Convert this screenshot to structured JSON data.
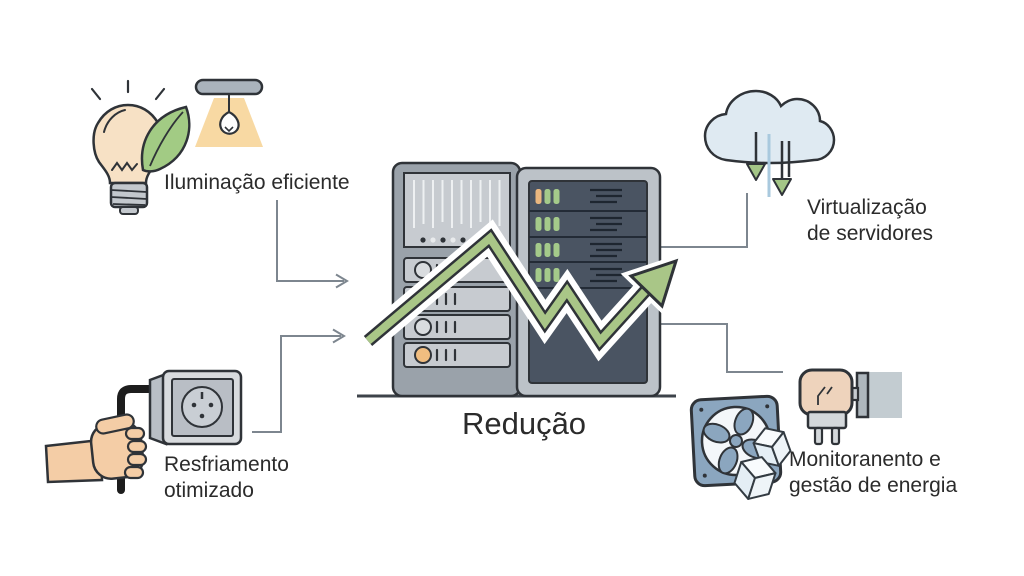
{
  "diagram": {
    "center": {
      "label": "Redução",
      "icons": [
        "server-rack-left-icon",
        "server-rack-right-icon",
        "trend-arrow-icon"
      ]
    },
    "nodes": {
      "lighting": {
        "line1": "Iluminação eficiente",
        "icons": [
          "eco-lightbulb-icon",
          "ceiling-lamp-icon"
        ]
      },
      "virtualization": {
        "line1": "Virtualização",
        "line2": "de servidores",
        "icons": [
          "cloud-download-icon"
        ]
      },
      "cooling": {
        "line1": "Resfriamento",
        "line2": "otimizado",
        "icons": [
          "hand-unplugging-icon",
          "power-outlet-icon"
        ]
      },
      "monitoring": {
        "line1": "Monitoranento e",
        "line2": "gestão de energia",
        "icons": [
          "cooling-fan-icon",
          "ice-cubes-icon",
          "plug-and-wall-icon"
        ]
      }
    },
    "colors": {
      "background": "#ffffff",
      "text": "#2b2b2b",
      "outline": "#2f3338",
      "connector_gray": "#7d868f",
      "ground_line": "#3d434a",
      "arrow_green": "#a9c687",
      "led_green": "#a4ca8a",
      "led_orange": "#eab77f",
      "rack_light_gray": "#9aa2aa",
      "rack_panel_gray": "#c7cbd0",
      "rack_dark_panel": "#4a5462",
      "cloud_blue": "#dfeaf2",
      "lamp_beam_orange": "#f8d9a3",
      "bulb_cream": "#f7e1c5",
      "leaf_green": "#a2cb84",
      "skin_tone": "#f4cda6",
      "fan_blue": "#8ba6bf",
      "ice_white": "#eef4f8",
      "plug_beige": "#eed3bc"
    }
  }
}
